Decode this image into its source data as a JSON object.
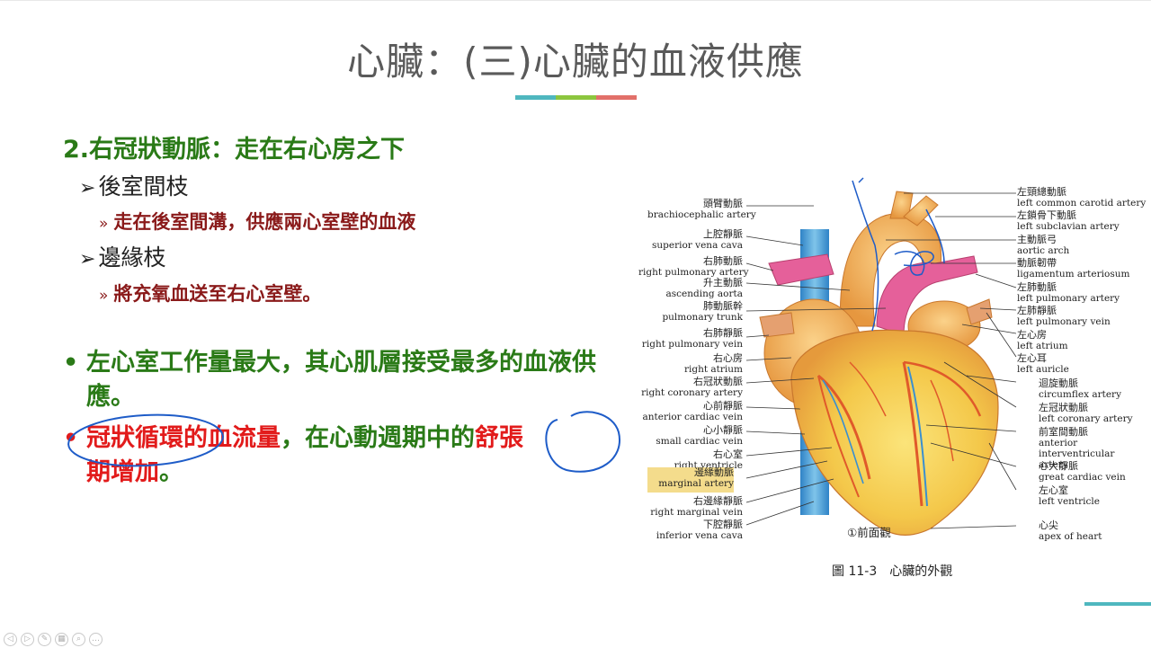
{
  "slide": {
    "title": "心臟：(三)心臟的血液供應",
    "title_bar_colors": [
      "#4fb7bf",
      "#8cc63e",
      "#e2706a"
    ],
    "heading": "2.右冠狀動脈：走在右心房之下",
    "branches": [
      {
        "name": "後室間枝",
        "detail": "走在後室間溝，供應兩心室壁的血液"
      },
      {
        "name": "邊緣枝",
        "detail": "將充氧血送至右心室壁。"
      }
    ],
    "bullets": [
      {
        "dot": "•",
        "text": "左心室工作量最大，其心肌層接受最多的血液供應。"
      },
      {
        "dot": "•",
        "part1": "冠狀循環的血流量",
        "part2": "，在心動週期中的",
        "part3": "舒張",
        "part4": "期增加",
        "part5": "。"
      }
    ],
    "arrow_symbol": "➢",
    "sub_symbol": "»"
  },
  "figure": {
    "caption": "圖 11-3　心臟的外觀",
    "view_label": "①前面觀",
    "left_labels": [
      {
        "zh": "頭臂動脈",
        "en": "brachiocephalic artery"
      },
      {
        "zh": "上腔靜脈",
        "en": "superior vena cava"
      },
      {
        "zh": "右肺動脈",
        "en": "right pulmonary artery"
      },
      {
        "zh": "升主動脈",
        "en": "ascending aorta"
      },
      {
        "zh": "肺動脈幹",
        "en": "pulmonary trunk"
      },
      {
        "zh": "右肺靜脈",
        "en": "right pulmonary vein"
      },
      {
        "zh": "右心房",
        "en": "right atrium"
      },
      {
        "zh": "右冠狀動脈",
        "en": "right coronary artery"
      },
      {
        "zh": "心前靜脈",
        "en": "anterior cardiac vein"
      },
      {
        "zh": "心小靜脈",
        "en": "small cardiac vein"
      },
      {
        "zh": "右心室",
        "en": "right ventricle"
      },
      {
        "zh": "邊緣動脈",
        "en": "marginal artery"
      },
      {
        "zh": "右邊緣靜脈",
        "en": "right marginal vein"
      },
      {
        "zh": "下腔靜脈",
        "en": "inferior vena cava"
      }
    ],
    "right_labels": [
      {
        "zh": "左頸總動脈",
        "en": "left common carotid artery"
      },
      {
        "zh": "左鎖骨下動脈",
        "en": "left subclavian artery"
      },
      {
        "zh": "主動脈弓",
        "en": "aortic arch"
      },
      {
        "zh": "動脈韌帶",
        "en": "ligamentum arteriosum"
      },
      {
        "zh": "左肺動脈",
        "en": "left pulmonary artery"
      },
      {
        "zh": "左肺靜脈",
        "en": "left pulmonary vein"
      },
      {
        "zh": "左心房",
        "en": "left atrium"
      },
      {
        "zh": "左心耳",
        "en": "left auricle"
      },
      {
        "zh": "迴旋動脈",
        "en": "circumflex artery"
      },
      {
        "zh": "左冠狀動脈",
        "en": "left coronary artery"
      },
      {
        "zh": "前室間動脈",
        "en": "anterior interventricular artery"
      },
      {
        "zh": "心大靜脈",
        "en": "great cardiac vein"
      },
      {
        "zh": "左心室",
        "en": "left ventricle"
      },
      {
        "zh": "心尖",
        "en": "apex of heart"
      }
    ],
    "highlight_color": "#f4dc8c"
  },
  "toolbar": {
    "buttons": [
      {
        "name": "prev",
        "glyph": "◁"
      },
      {
        "name": "next",
        "glyph": "▷"
      },
      {
        "name": "pen",
        "glyph": "✎"
      },
      {
        "name": "slides",
        "glyph": "▦"
      },
      {
        "name": "zoom",
        "glyph": "⌕"
      },
      {
        "name": "more",
        "glyph": "…"
      }
    ]
  }
}
